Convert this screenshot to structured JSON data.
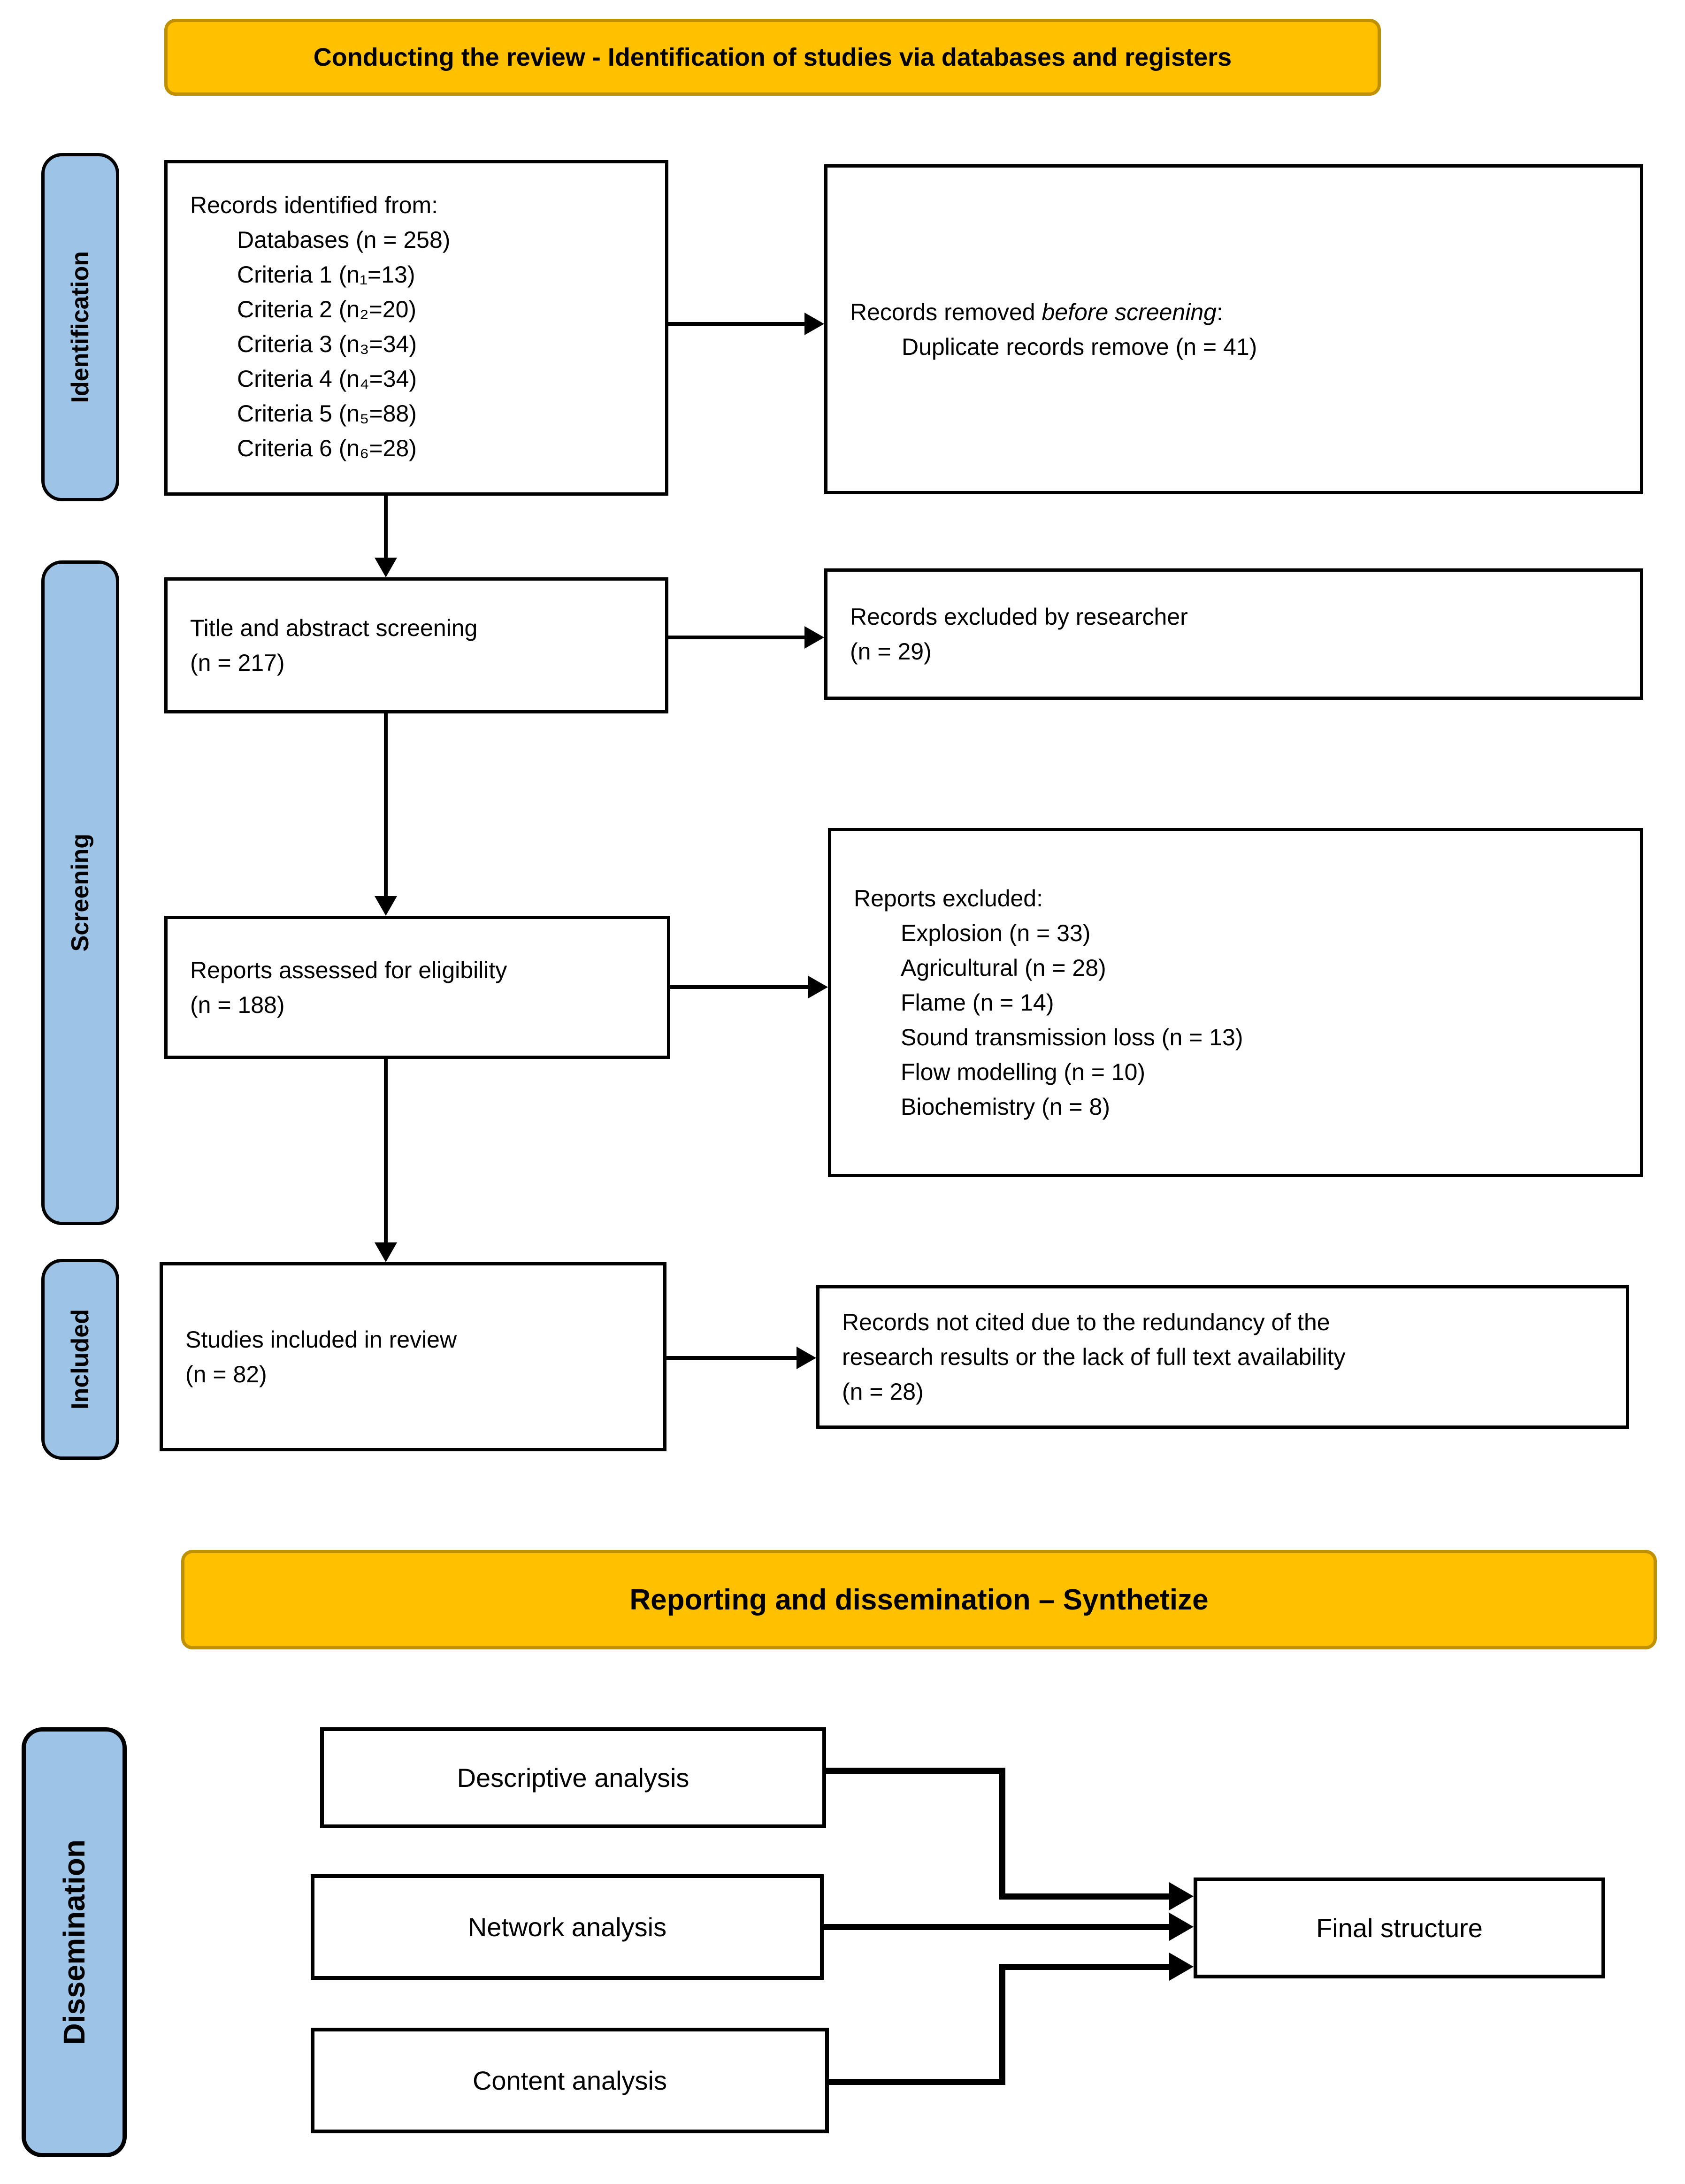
{
  "banners": {
    "top": "Conducting the review - Identification of studies via databases and registers",
    "bottom": "Reporting and dissemination – Synthetize"
  },
  "stages": {
    "identification": "Identification",
    "screening": "Screening",
    "included": "Included",
    "dissemination": "Dissemination"
  },
  "flow": {
    "records_identified": {
      "title": "Records identified from:",
      "items": [
        "Databases (n = 258)",
        "Criteria 1 (n₁=13)",
        "Criteria 2 (n₂=20)",
        "Criteria 3 (n₃=34)",
        "Criteria 4 (n₄=34)",
        "Criteria 5 (n₅=88)",
        "Criteria 6 (n₆=28)"
      ]
    },
    "records_removed": {
      "prefix": "Records removed ",
      "emphasis": "before screening",
      "suffix": ":",
      "item": "Duplicate records remove (n = 41)"
    },
    "title_abstract": {
      "line1": "Title and abstract screening",
      "line2": "(n = 217)"
    },
    "records_excluded": {
      "line1": "Records excluded by researcher",
      "line2": "(n = 29)"
    },
    "reports_assessed": {
      "line1": "Reports assessed for eligibility",
      "line2": "(n = 188)"
    },
    "reports_excluded": {
      "title": "Reports excluded:",
      "items": [
        "Explosion (n = 33)",
        "Agricultural (n = 28)",
        "Flame (n = 14)",
        "Sound transmission loss (n = 13)",
        "Flow modelling (n = 10)",
        "Biochemistry (n = 8)"
      ]
    },
    "studies_included": {
      "line1": "Studies included in review",
      "line2": "(n = 82)"
    },
    "records_not_cited": {
      "line1": "Records not cited due to the redundancy of the",
      "line2": "research results or the lack of full text availability",
      "line3": "(n = 28)"
    }
  },
  "dissemination": {
    "descriptive": "Descriptive analysis",
    "network": "Network analysis",
    "content": "Content analysis",
    "final": "Final structure"
  },
  "colors": {
    "banner_fill": "#FFC000",
    "banner_border": "#BF9000",
    "stage_fill": "#9DC3E6",
    "line": "#000000",
    "box_border": "#000000"
  }
}
